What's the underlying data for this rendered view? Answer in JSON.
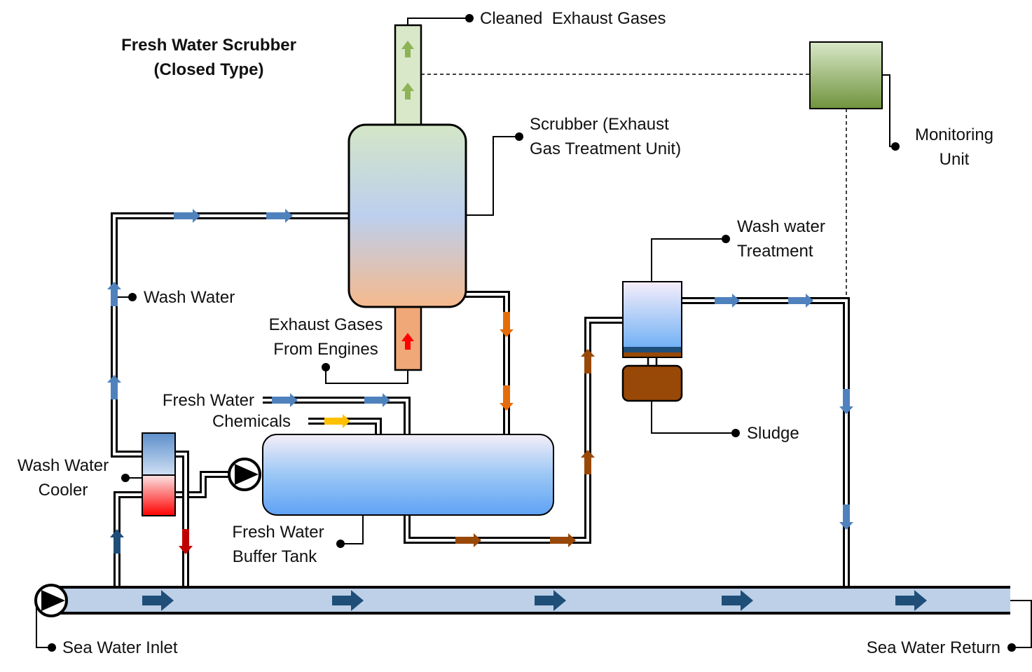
{
  "title": {
    "line1": "Fresh Water Scrubber",
    "line2": "(Closed Type)"
  },
  "labels": {
    "cleaned_exhaust": "Cleaned  Exhaust Gases",
    "scrubber_line1": "Scrubber (Exhaust",
    "scrubber_line2": "Gas Treatment Unit)",
    "monitoring_line1": "Monitoring",
    "monitoring_line2": "Unit",
    "wash_water": "Wash Water",
    "exhaust_in_line1": "Exhaust Gases",
    "exhaust_in_line2": "From Engines",
    "washwater_treatment_line1": "Wash water",
    "washwater_treatment_line2": "Treatment",
    "fresh_water": "Fresh Water",
    "chemicals": "Chemicals",
    "sludge": "Sludge",
    "cooler_line1": "Wash Water",
    "cooler_line2": "Cooler",
    "buffer_line1": "Fresh Water",
    "buffer_line2": "Buffer Tank",
    "sea_inlet": "Sea Water Inlet",
    "sea_return": "Sea Water Return"
  },
  "colors": {
    "wash_water_flow": "#4f81bd",
    "dirty_water_flow": "#e46c0a",
    "sludge_flow": "#984807",
    "chemicals_flow": "#ffc000",
    "seawater_flow": "#1f4e79",
    "exhaust_gas": "#ff0000",
    "cleaned_gas": "#8db356",
    "hot_cooler": "#ff0000",
    "sea_pipe": "#bdd0e8",
    "monitoring_unit": "#77933c",
    "sludge_tank": "#984807"
  }
}
